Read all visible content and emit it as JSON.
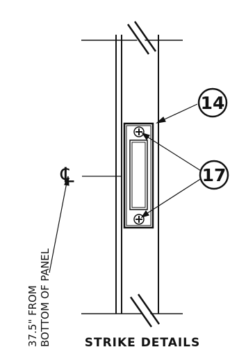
{
  "drawing": {
    "callouts": {
      "strike_plate": "14",
      "screws": "17"
    },
    "centerline_symbol": "℄",
    "note_line_1": "37.5\" FROM",
    "note_line_2": "BOTTOM OF PANEL",
    "title": "STRIKE DETAILS"
  }
}
